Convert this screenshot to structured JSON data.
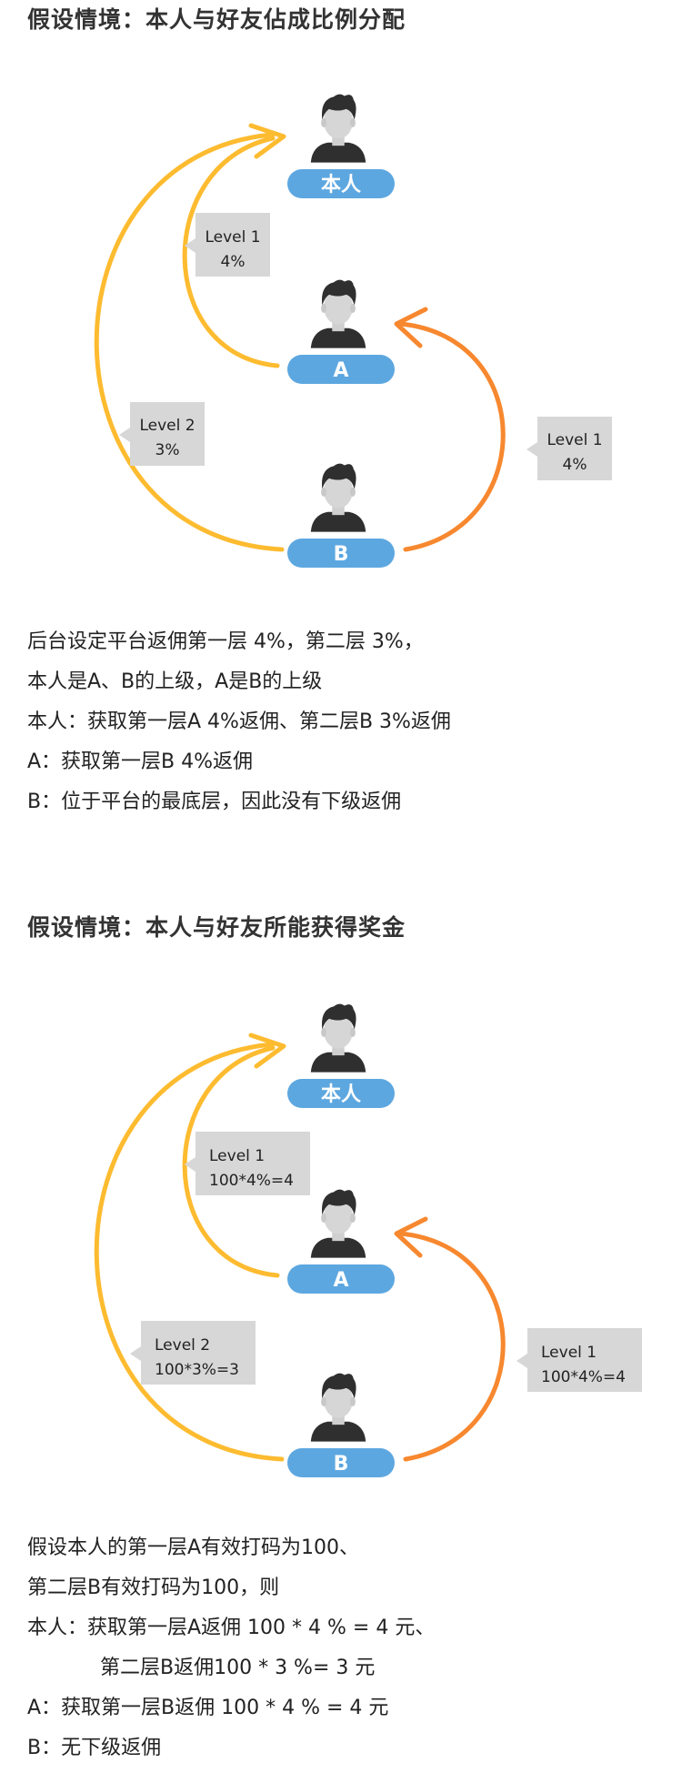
{
  "section1": {
    "title": "假设情境：本人与好友佔成比例分配",
    "persons": {
      "self": "本人",
      "a": "A",
      "b": "B"
    },
    "callouts": [
      {
        "level": "Level 1",
        "value": "4%"
      },
      {
        "level": "Level 2",
        "value": "3%"
      },
      {
        "level": "Level 1",
        "value": "4%"
      }
    ],
    "lines": [
      "后台设定平台返佣第一层 4%，第二层 3%，",
      "本人是A、B的上级，A是B的上级",
      "本人：获取第一层A 4%返佣、第二层B 3%返佣",
      "A：获取第一层B 4%返佣",
      "B：位于平台的最底层，因此没有下级返佣"
    ]
  },
  "section2": {
    "title": "假设情境：本人与好友所能获得奖金",
    "persons": {
      "self": "本人",
      "a": "A",
      "b": "B"
    },
    "callouts": [
      {
        "level": "Level 1",
        "value": "100*4%=4"
      },
      {
        "level": "Level 2",
        "value": "100*3%=3"
      },
      {
        "level": "Level 1",
        "value": "100*4%=4"
      }
    ],
    "lines": [
      "假设本人的第一层A有效打码为100、",
      "第二层B有效打码为100，则",
      "本人：获取第一层A返佣 100 * 4 % = 4 元、",
      "第二层B返佣100 * 3 %= 3 元",
      "A：获取第一层B返佣 100 * 4 % = 4 元",
      "B：无下级返佣"
    ]
  },
  "colors": {
    "yellow": "#FDBB30",
    "orange": "#F7882F",
    "label_blue": "#5DA7E0",
    "callout_gray": "#D7D7D7",
    "hair": "#2F2F2F",
    "face": "#D6D6D6"
  }
}
